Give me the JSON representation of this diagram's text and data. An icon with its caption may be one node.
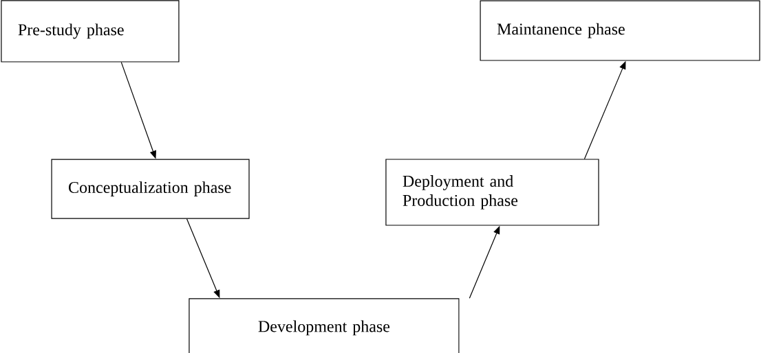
{
  "diagram": {
    "nodes": [
      {
        "text": [
          "Pre-study phase"
        ]
      },
      {
        "text": [
          "Maintanence phase"
        ]
      },
      {
        "text": [
          "Conceptualization phase"
        ]
      },
      {
        "text": [
          "Deployment and Production phase"
        ]
      },
      {
        "text": [
          "Development phase"
        ]
      }
    ],
    "edges": [
      {
        "from": 0,
        "to": 2,
        "arrow": "to"
      },
      {
        "from": 2,
        "to": 4,
        "arrow": "to"
      },
      {
        "from": 4,
        "to": 3,
        "arrow": "to"
      },
      {
        "from": 3,
        "to": 1,
        "arrow": "to"
      }
    ]
  }
}
